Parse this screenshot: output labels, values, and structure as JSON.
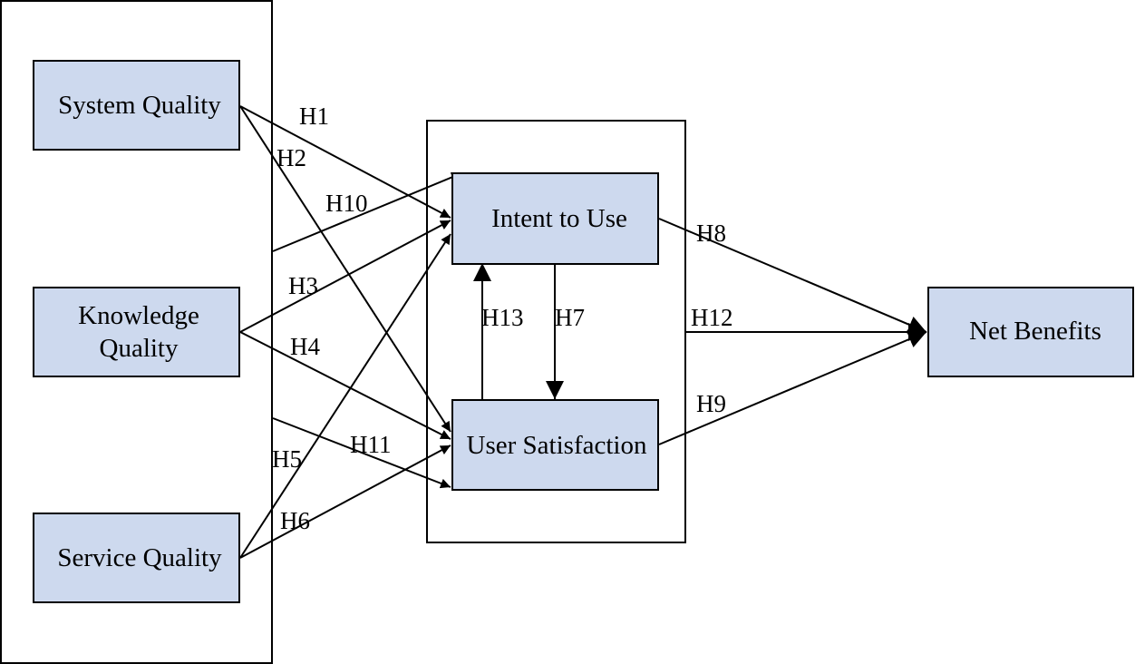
{
  "nodes": {
    "system_quality": "System Quality",
    "knowledge_quality_line1": "Knowledge",
    "knowledge_quality_line2": "Quality",
    "service_quality": "Service Quality",
    "intent_to_use": "Intent to Use",
    "user_satisfaction": "User Satisfaction",
    "net_benefits": "Net Benefits"
  },
  "hypotheses": {
    "h1": "H1",
    "h2": "H2",
    "h3": "H3",
    "h4": "H4",
    "h5": "H5",
    "h6": "H6",
    "h7": "H7",
    "h8": "H8",
    "h9": "H9",
    "h10": "H10",
    "h11": "H11",
    "h12": "H12",
    "h13": "H13"
  },
  "colors": {
    "box_fill": "#cdd9ee",
    "stroke": "#000000"
  }
}
